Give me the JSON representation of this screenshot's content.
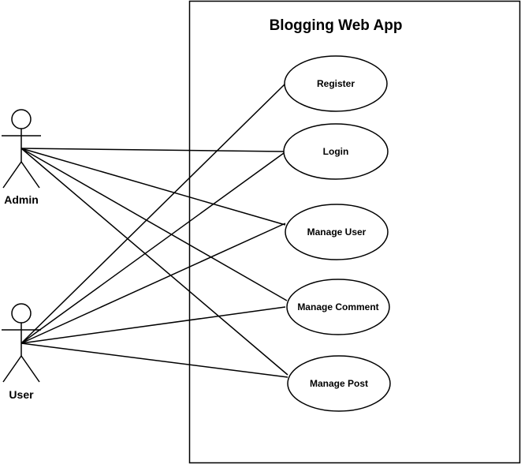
{
  "system": {
    "title": "Blogging Web App"
  },
  "actors": {
    "admin": {
      "label": "Admin"
    },
    "user": {
      "label": "User"
    }
  },
  "use_cases": {
    "register": "Register",
    "login": "Login",
    "manage_user": "Manage User",
    "manage_comment": "Manage Comment",
    "manage_post": "Manage Post"
  },
  "associations": [
    {
      "actor": "Admin",
      "use_case": "Login"
    },
    {
      "actor": "Admin",
      "use_case": "Manage User"
    },
    {
      "actor": "Admin",
      "use_case": "Manage Comment"
    },
    {
      "actor": "Admin",
      "use_case": "Manage Post"
    },
    {
      "actor": "User",
      "use_case": "Register"
    },
    {
      "actor": "User",
      "use_case": "Login"
    },
    {
      "actor": "User",
      "use_case": "Manage User"
    },
    {
      "actor": "User",
      "use_case": "Manage Comment"
    },
    {
      "actor": "User",
      "use_case": "Manage Post"
    }
  ],
  "colors": {
    "stroke": "#000000",
    "background": "#ffffff"
  }
}
